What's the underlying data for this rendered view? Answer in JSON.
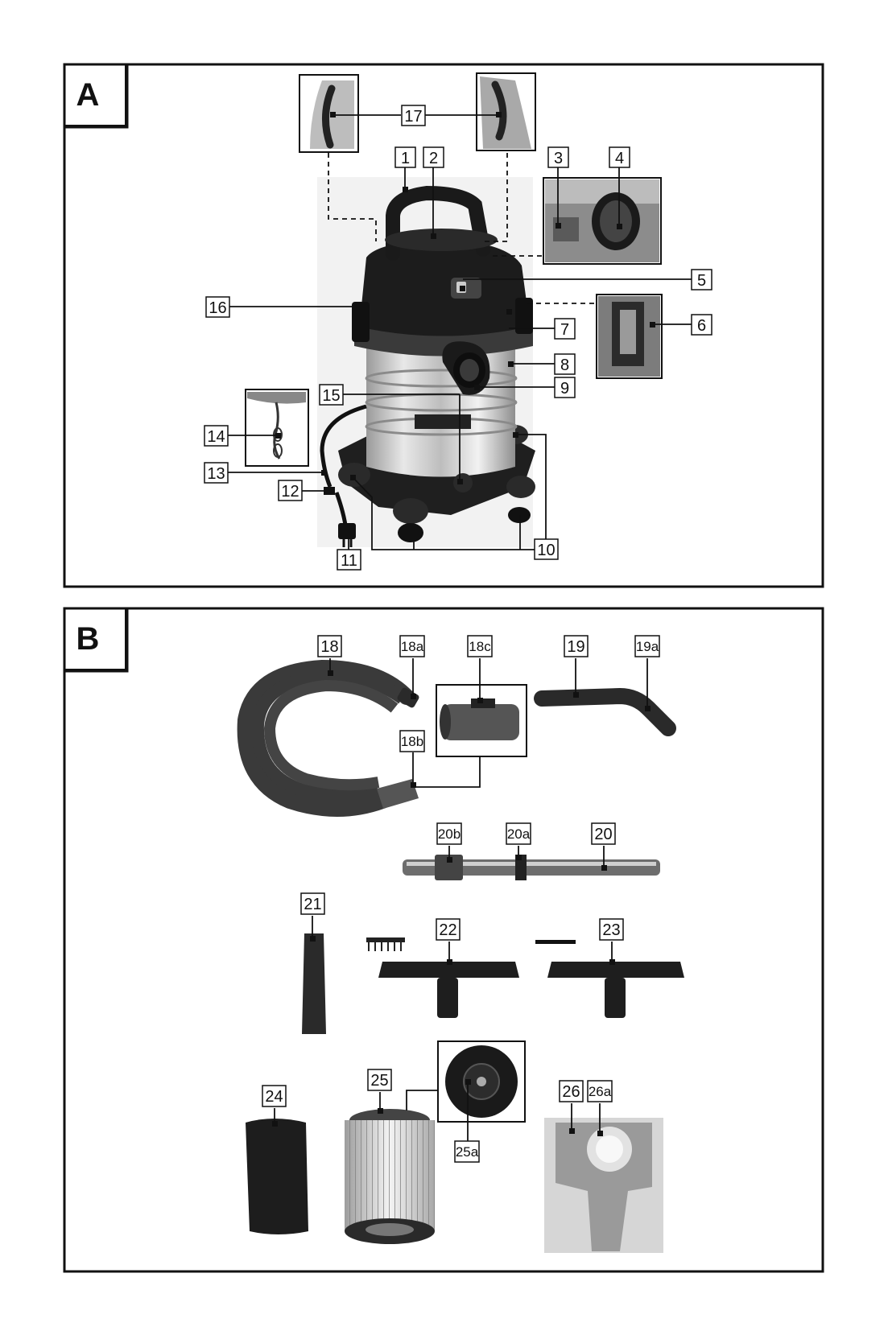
{
  "panels": [
    {
      "letter": "A"
    },
    {
      "letter": "B"
    }
  ],
  "panel_a_labels": [
    "1",
    "2",
    "3",
    "4",
    "5",
    "6",
    "7",
    "8",
    "9",
    "10",
    "11",
    "12",
    "13",
    "14",
    "15",
    "16",
    "17"
  ],
  "panel_b_labels": [
    "18",
    "18a",
    "18b",
    "18c",
    "19",
    "19a",
    "20",
    "20a",
    "20b",
    "21",
    "22",
    "23",
    "24",
    "25",
    "25a",
    "26",
    "26a"
  ],
  "colors": {
    "ink": "#111111",
    "steel": "#c8c8c8",
    "dark": "#2b2b2b",
    "mid": "#6f6f6f"
  }
}
